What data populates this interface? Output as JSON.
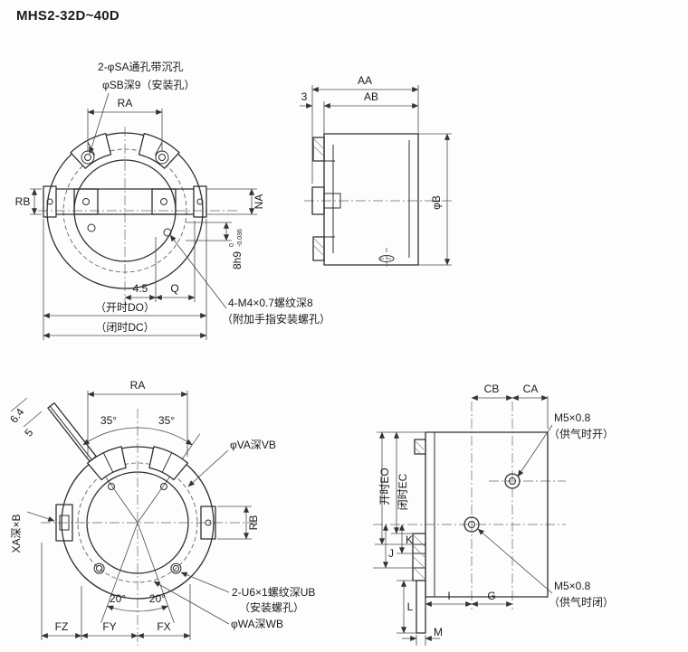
{
  "title": "MHS2-32D~40D",
  "v1": {
    "note_sa": "2-φSA通孔带沉孔",
    "note_sb": "φSB深9（安装孔）",
    "ra": "RA",
    "rb": "RB",
    "na": "NA",
    "tol_main": "8h9",
    "tol_sup": "0",
    "tol_sub": "-0.036",
    "d45": "4.5",
    "q": "Q",
    "do": "（开时DO）",
    "dc": "（闭时DC）",
    "note_m4a": "4-M4×0.7螺纹深8",
    "note_m4b": "（附加手指安装螺孔）"
  },
  "v2": {
    "aa": "AA",
    "ab": "AB",
    "d3": "3",
    "phib": "φB"
  },
  "v3": {
    "ra": "RA",
    "d64": "6.4",
    "d5": "5",
    "a35l": "35°",
    "a35r": "35°",
    "note_va": "φVA深VB",
    "rb": "RB",
    "xa": "XA深×B",
    "a20l": "20°",
    "a20r": "20°",
    "note_u6a": "2-U6×1螺纹深UB",
    "note_u6b": "（安装螺孔）",
    "note_wa": "φWA深WB",
    "fz": "FZ",
    "fy": "FY",
    "fx": "FX"
  },
  "v4": {
    "cb": "CB",
    "ca": "CA",
    "m5t1": "M5×0.8",
    "m5t2": "（供气时开）",
    "eo": "开时EO",
    "ec": "闭时EC",
    "j": "J",
    "k": "K",
    "l": "L",
    "i": "I",
    "g": "G",
    "m": "M",
    "m5b1": "M5×0.8",
    "m5b2": "（供气时闭）"
  }
}
